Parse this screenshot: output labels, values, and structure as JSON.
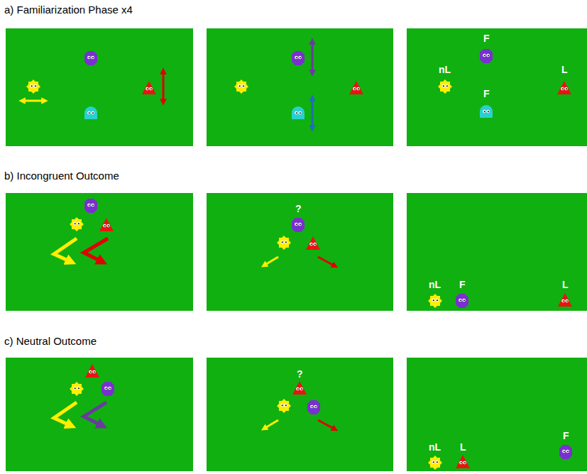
{
  "diagram": {
    "labels": [
      "a) Familiarization Phase x4",
      "F",
      "nL",
      "L",
      "F",
      "b) Incongruent Outcome",
      "?",
      "nL",
      "F",
      "L",
      "c) Neutral Outcome",
      "?",
      "nL",
      "L",
      "F"
    ]
  }
}
